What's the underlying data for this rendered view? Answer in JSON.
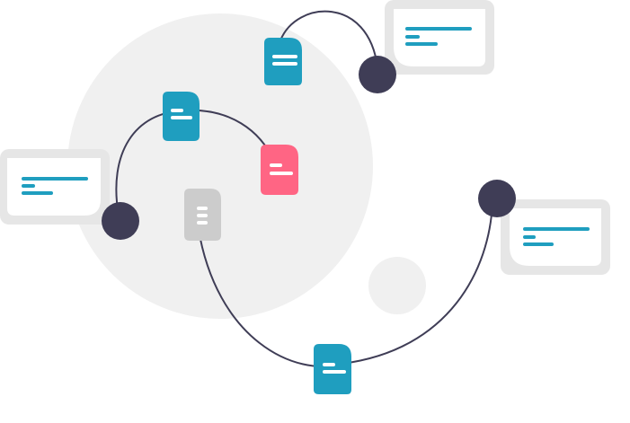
{
  "illustration": {
    "kind": "network-documents-illustration",
    "colors": {
      "background_circle": "#f0f0f0",
      "small_circle": "#f0f0f0",
      "card_outer": "#e6e6e6",
      "card_inner": "#ffffff",
      "card_lines": "#1f9ebf",
      "connector_line": "#3f3d56",
      "node_dot": "#3f3d56",
      "doc_teal": "#1f9ebf",
      "doc_pink": "#ff6584",
      "doc_gray": "#cccccc",
      "doc_stripes": "#ffffff"
    },
    "nodes_count": 3,
    "cards_count": 3,
    "documents": [
      {
        "icon": "document-icon",
        "color": "teal"
      },
      {
        "icon": "document-icon",
        "color": "teal"
      },
      {
        "icon": "document-icon",
        "color": "pink"
      },
      {
        "icon": "document-icon",
        "color": "gray"
      },
      {
        "icon": "document-icon",
        "color": "teal"
      }
    ]
  }
}
